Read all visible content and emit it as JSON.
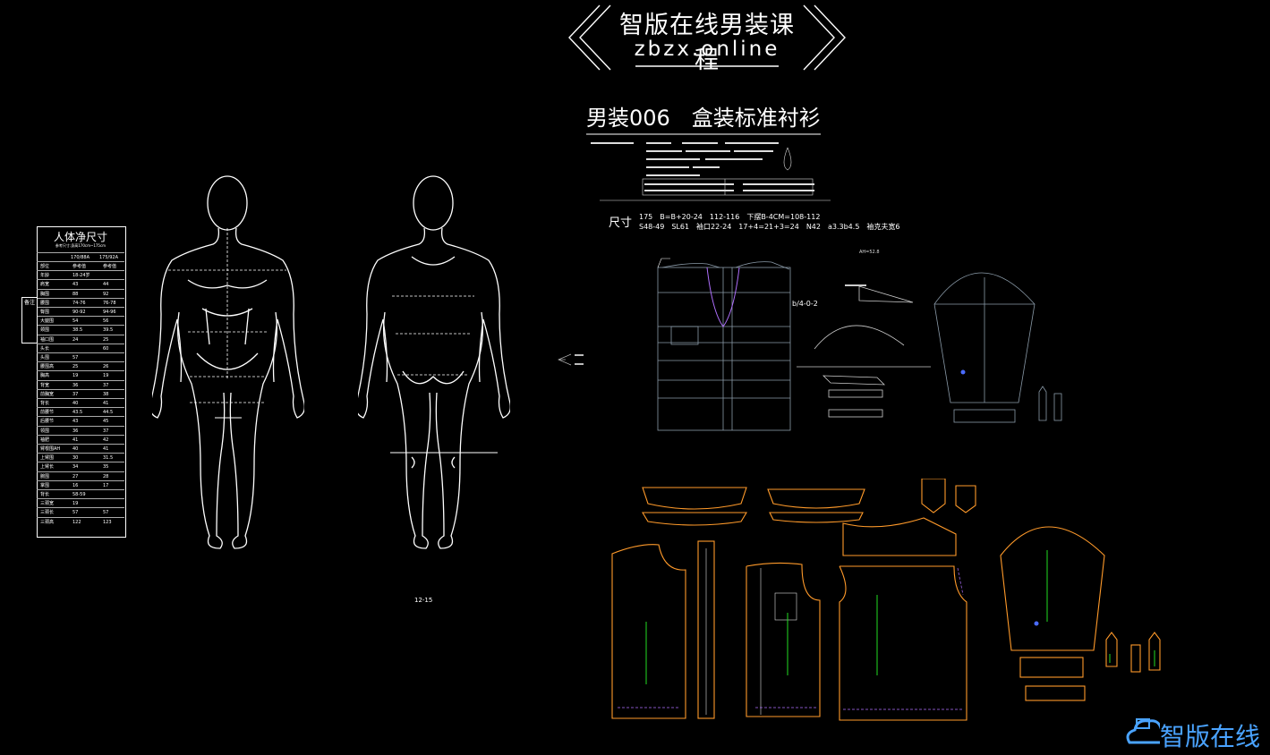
{
  "banner": {
    "title": "智版在线男装课程",
    "url": "zbzx.online"
  },
  "page_title": "男装006　盒装标准衬衫",
  "size_block": {
    "label": "尺寸",
    "line1": "175　B=B+20-24　112-116　下摆B-4CM=108-112",
    "line2": "S48-49　SL61　袖口22-24　17+4=21+3=24　N42　a3.3b4.5　袖克夫宽6"
  },
  "annotations": {
    "collar_formula": "b/4-0-2",
    "sleeve_ah": "AH=52.8",
    "figure_caption": "12-15"
  },
  "body_table": {
    "title": "人体净尺寸",
    "subtitle": "参考尺寸:身高170cm~175cm",
    "col1": "170/88A",
    "col2": "175/92A",
    "side_tag": "备注",
    "rows": [
      {
        "k": "部位",
        "a": "参考值",
        "b": "参考值"
      },
      {
        "k": "年龄",
        "a": "18-24岁",
        "b": ""
      },
      {
        "k": "肩宽",
        "a": "43",
        "b": "44"
      },
      {
        "k": "胸围",
        "a": "88",
        "b": "92"
      },
      {
        "k": "腰围",
        "a": "74-76",
        "b": "76-78"
      },
      {
        "k": "臀围",
        "a": "90-92",
        "b": "94-96"
      },
      {
        "k": "大腿围",
        "a": "54",
        "b": "56"
      },
      {
        "k": "颈围",
        "a": "38.5",
        "b": "39.5"
      },
      {
        "k": "袖口围",
        "a": "24",
        "b": "25"
      },
      {
        "k": "头长",
        "a": "",
        "b": "60"
      },
      {
        "k": "头围",
        "a": "57",
        "b": ""
      },
      {
        "k": "腰围高",
        "a": "25",
        "b": "26"
      },
      {
        "k": "胸高",
        "a": "19",
        "b": "19"
      },
      {
        "k": "背宽",
        "a": "36",
        "b": "37"
      },
      {
        "k": "前胸宽",
        "a": "37",
        "b": "38"
      },
      {
        "k": "背长",
        "a": "40",
        "b": "41"
      },
      {
        "k": "前腰节",
        "a": "43.5",
        "b": "44.5"
      },
      {
        "k": "后腰节",
        "a": "43",
        "b": "45"
      },
      {
        "k": "领围",
        "a": "36",
        "b": "37"
      },
      {
        "k": "袖肥",
        "a": "41",
        "b": "42"
      },
      {
        "k": "臂根围AH",
        "a": "40",
        "b": "41"
      },
      {
        "k": "上臂围",
        "a": "30",
        "b": "31.5"
      },
      {
        "k": "上臂长",
        "a": "34",
        "b": "35"
      },
      {
        "k": "腕围",
        "a": "27",
        "b": "28"
      },
      {
        "k": "掌围",
        "a": "16",
        "b": "17"
      },
      {
        "k": "背长",
        "a": "58-59",
        "b": ""
      },
      {
        "k": "三颈宽",
        "a": "19",
        "b": ""
      },
      {
        "k": "三颈长",
        "a": "57",
        "b": "57"
      },
      {
        "k": "三颈高",
        "a": "122",
        "b": "123"
      }
    ]
  },
  "logo": {
    "text": "智版在线"
  },
  "colors": {
    "background": "#000000",
    "lines": "#ffffff",
    "draft": "#8a9aa8",
    "pattern": "#ff9a2a",
    "grain": "#22dd22",
    "accent": "#4aa3ff"
  }
}
